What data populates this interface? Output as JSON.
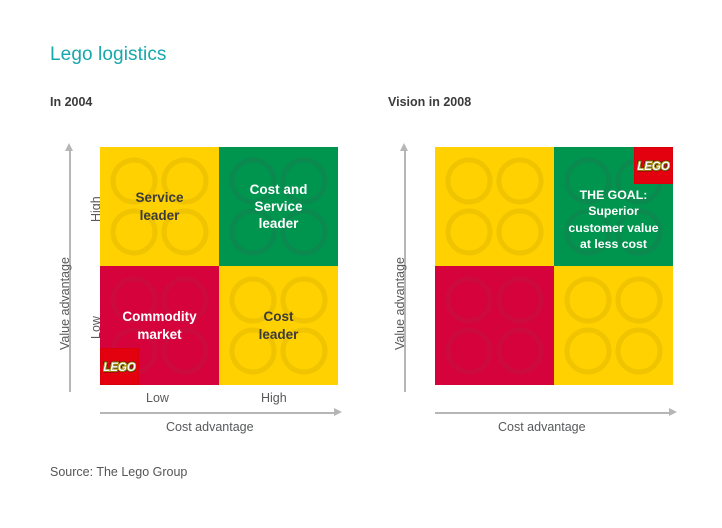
{
  "page": {
    "title": "Lego logistics",
    "title_color": "#17a8ac",
    "source": "Source: The Lego Group"
  },
  "palette": {
    "yellow": "#FFD100",
    "green": "#00954E",
    "red": "#D6023B",
    "lego_red": "#E3000F",
    "text_dark": "#3b3b3b",
    "text_light": "#ffffff",
    "axis": "#b6b6b6"
  },
  "charts": [
    {
      "id": "in-2004",
      "title": "In 2004",
      "yaxis": {
        "label": "Value advantage",
        "ticks": [
          "High",
          "Low"
        ]
      },
      "xaxis": {
        "label": "Cost advantage",
        "ticks": [
          "Low",
          "High"
        ]
      },
      "quadrants": [
        {
          "key": "top-left",
          "label": "Service\nleader",
          "fill": "#FFD100",
          "text": "dark"
        },
        {
          "key": "top-right",
          "label": "Cost and\nService\nleader",
          "fill": "#00954E",
          "text": "light"
        },
        {
          "key": "bottom-left",
          "label": "Commodity\nmarket",
          "fill": "#D6023B",
          "text": "light"
        },
        {
          "key": "bottom-right",
          "label": "Cost\nleader",
          "fill": "#FFD100",
          "text": "dark"
        }
      ],
      "marker": {
        "type": "lego-logo",
        "quadrant": "bottom-left",
        "corner": "bottom-left",
        "alt": "LEGO"
      }
    },
    {
      "id": "vision-2008",
      "title": "Vision in 2008",
      "yaxis": {
        "label": "Value advantage",
        "ticks": []
      },
      "xaxis": {
        "label": "Cost advantage",
        "ticks": []
      },
      "quadrants": [
        {
          "key": "top-left",
          "label": "",
          "fill": "#FFD100",
          "text": "dark"
        },
        {
          "key": "top-right",
          "label": "THE GOAL:\nSuperior\ncustomer value\nat less cost",
          "fill": "#00954E",
          "text": "light"
        },
        {
          "key": "bottom-left",
          "label": "",
          "fill": "#D6023B",
          "text": "light"
        },
        {
          "key": "bottom-right",
          "label": "",
          "fill": "#FFD100",
          "text": "dark"
        }
      ],
      "marker": {
        "type": "lego-logo",
        "quadrant": "top-right",
        "corner": "top-right",
        "alt": "LEGO"
      }
    }
  ],
  "chart_data": {
    "type": "table",
    "title": "Lego logistics",
    "subtitle": "Cost advantage vs Value advantage strategic matrix",
    "xlabel": "Cost advantage",
    "ylabel": "Value advantage",
    "xticks": [
      "Low",
      "High"
    ],
    "yticks": [
      "Low",
      "High"
    ],
    "grid": false,
    "legend": "none",
    "panels": [
      {
        "name": "In 2004",
        "cells": [
          {
            "x": "Low",
            "y": "High",
            "label": "Service leader",
            "color": "#FFD100"
          },
          {
            "x": "High",
            "y": "High",
            "label": "Cost and Service leader",
            "color": "#00954E"
          },
          {
            "x": "Low",
            "y": "Low",
            "label": "Commodity market",
            "color": "#D6023B"
          },
          {
            "x": "High",
            "y": "Low",
            "label": "Cost leader",
            "color": "#FFD100"
          }
        ],
        "position_marker": {
          "label": "LEGO",
          "x": "Low",
          "y": "Low"
        }
      },
      {
        "name": "Vision in 2008",
        "cells": [
          {
            "x": "Low",
            "y": "High",
            "label": "",
            "color": "#FFD100"
          },
          {
            "x": "High",
            "y": "High",
            "label": "THE GOAL: Superior customer value at less cost",
            "color": "#00954E"
          },
          {
            "x": "Low",
            "y": "Low",
            "label": "",
            "color": "#D6023B"
          },
          {
            "x": "High",
            "y": "Low",
            "label": "",
            "color": "#FFD100"
          }
        ],
        "position_marker": {
          "label": "LEGO",
          "x": "High",
          "y": "High"
        }
      }
    ],
    "source": "Source: The Lego Group"
  }
}
